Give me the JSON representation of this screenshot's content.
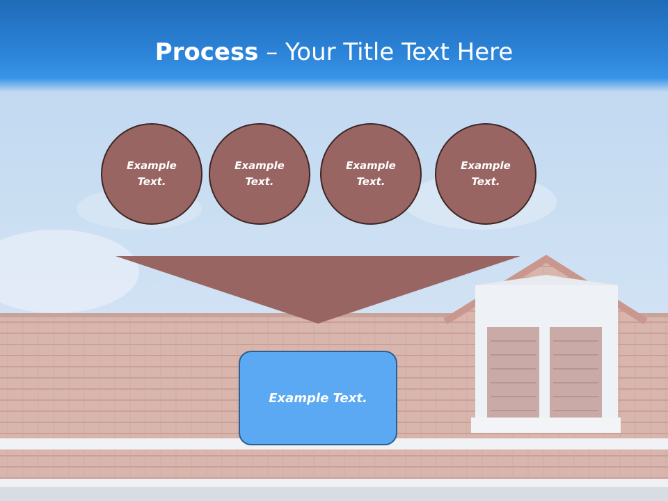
{
  "slide": {
    "title_bold": "Process",
    "title_rest": " – Your Title Text Here"
  },
  "steps": [
    {
      "label": "Example Text."
    },
    {
      "label": "Example Text."
    },
    {
      "label": "Example Text."
    },
    {
      "label": "Example Text."
    }
  ],
  "result": {
    "label": "Example Text."
  },
  "colors": {
    "header_blue": "#2b82d6",
    "circle_fill": "#986563",
    "circle_border": "#3e2624",
    "funnel_fill": "#986563",
    "result_fill": "#5aa9f2",
    "result_border": "#2c5f8e"
  }
}
